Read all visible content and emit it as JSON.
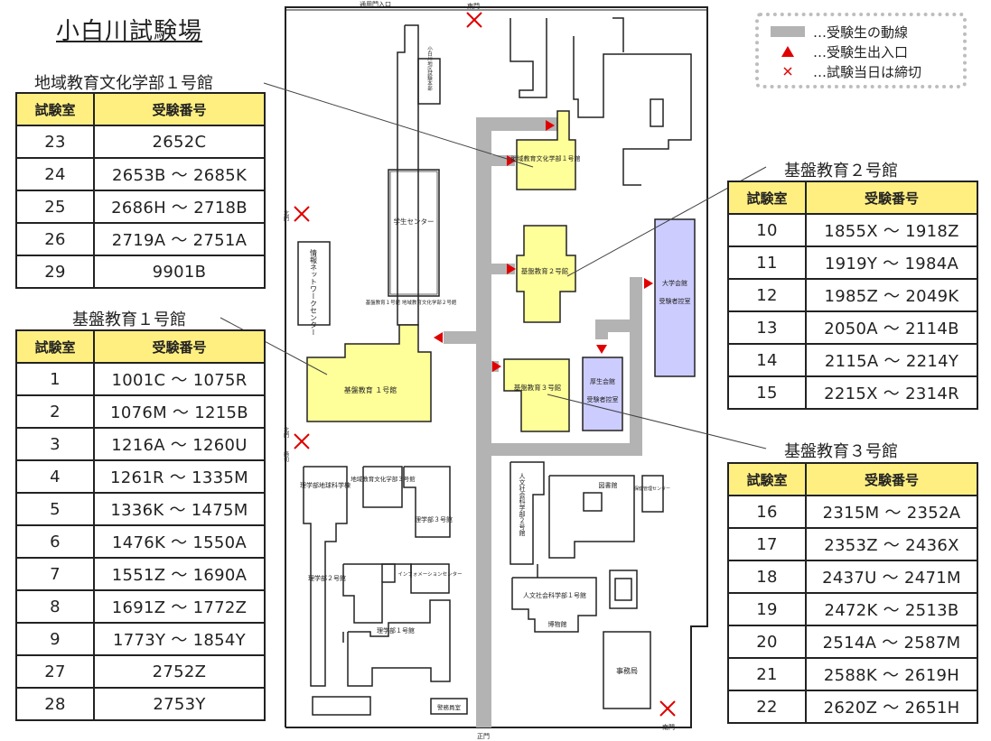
{
  "title": "小白川試験場",
  "legend": {
    "route": "…受験生の動線",
    "entrance": "…受験生出入口",
    "closed": "…試験当日は締切"
  },
  "headers": {
    "room": "試験室",
    "number": "受験番号"
  },
  "table_a": {
    "title": "地域教育文化学部１号館",
    "rows": [
      {
        "room": "23",
        "range": "2652C"
      },
      {
        "room": "24",
        "range": "2653B ～ 2685K"
      },
      {
        "room": "25",
        "range": "2686H ～ 2718B"
      },
      {
        "room": "26",
        "range": "2719A ～ 2751A"
      },
      {
        "room": "29",
        "range": "9901B"
      }
    ]
  },
  "table_b": {
    "title": "基盤教育１号館",
    "rows": [
      {
        "room": "1",
        "range": "1001C ～ 1075R"
      },
      {
        "room": "2",
        "range": "1076M ～ 1215B"
      },
      {
        "room": "3",
        "range": "1216A ～ 1260U"
      },
      {
        "room": "4",
        "range": "1261R ～ 1335M"
      },
      {
        "room": "5",
        "range": "1336K ～ 1475M"
      },
      {
        "room": "6",
        "range": "1476K ～ 1550A"
      },
      {
        "room": "7",
        "range": "1551Z ～ 1690A"
      },
      {
        "room": "8",
        "range": "1691Z ～ 1772Z"
      },
      {
        "room": "9",
        "range": "1773Y ～ 1854Y"
      },
      {
        "room": "27",
        "range": "2752Z"
      },
      {
        "room": "28",
        "range": "2753Y"
      }
    ]
  },
  "table_c": {
    "title": "基盤教育２号館",
    "rows": [
      {
        "room": "10",
        "range": "1855X ～ 1918Z"
      },
      {
        "room": "11",
        "range": "1919Y ～ 1984A"
      },
      {
        "room": "12",
        "range": "1985Z ～ 2049K"
      },
      {
        "room": "13",
        "range": "2050A ～ 2114B"
      },
      {
        "room": "14",
        "range": "2115A ～ 2214Y"
      },
      {
        "room": "15",
        "range": "2215X ～ 2314R"
      }
    ]
  },
  "table_d": {
    "title": "基盤教育３号館",
    "rows": [
      {
        "room": "16",
        "range": "2315M ～ 2352A"
      },
      {
        "room": "17",
        "range": "2353Z ～ 2436X"
      },
      {
        "room": "18",
        "range": "2437U ～ 2471M"
      },
      {
        "room": "19",
        "range": "2472K ～ 2513B"
      },
      {
        "room": "20",
        "range": "2514A ～ 2587M"
      },
      {
        "room": "21",
        "range": "2588K ～ 2619H"
      },
      {
        "room": "22",
        "range": "2620Z ～ 2651H"
      }
    ]
  },
  "map": {
    "gate_top_left": "通用門入口",
    "gate_east": "東門",
    "gate_north": "北門",
    "gate_north_paren": "(東)",
    "gate_north_west": "北門",
    "gate_north_west_paren": "(西)",
    "gate_north_west_closed": "締切",
    "gate_main": "正門",
    "gate_south": "南門",
    "b_koshirakawa": "小白川地区試験本部",
    "b_student_center": "学生センター",
    "b_info_network": "情報ネットワークセンター",
    "b_kiban1_sign": "基盤教育１号館 地域教育文化学部２号館",
    "b_chiiki1": "地域教育文化学部１号館",
    "b_kiban2": "基盤教育２号館",
    "b_daigaku_kaikan": "大学会館",
    "b_daigaku_kaikan_wait": "受験者控室",
    "b_kiban1": "基盤教育 １号館",
    "b_kiban3": "基盤教育３号館",
    "b_kosei_kaikan": "厚生会館",
    "b_kosei_kaikan_wait": "受験者控室",
    "b_rigaku_earth": "理学部地球科学棟",
    "b_chiiki3": "地域教育文化学部３号館",
    "b_rigaku3": "理学部３号館",
    "b_rigaku2": "理学部２号館",
    "b_info_center": "インフォメーションセンター",
    "b_rigaku1": "理学部１号館",
    "b_jinbun2": "人文社会科学部２号館",
    "b_library": "図書館",
    "b_health": "保健管理センター",
    "b_jinbun1": "人文社会科学部１号館",
    "b_museum": "博物館",
    "b_guard": "警務員室",
    "b_office": "事務局"
  },
  "colors": {
    "yellow": "#ffff99",
    "lavender": "#ccccff",
    "route_gray": "#b3b3b3",
    "header_yellow": "#ffef80",
    "red": "#e00000"
  }
}
